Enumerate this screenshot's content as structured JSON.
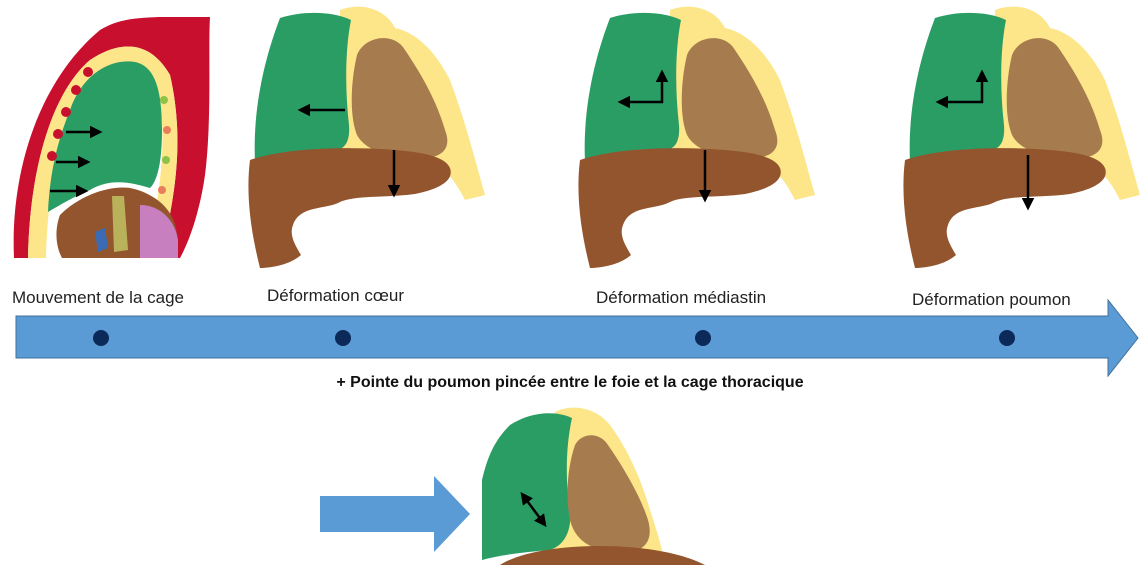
{
  "stages": [
    {
      "id": "cage",
      "label": "Mouvement de la cage"
    },
    {
      "id": "coeur",
      "label": "Déformation cœur"
    },
    {
      "id": "mediastin",
      "label": "Déformation médiastin"
    },
    {
      "id": "poumon",
      "label": "Déformation poumon"
    }
  ],
  "note": "+ Pointe du poumon pincée entre le foie et la cage thoracique",
  "colors": {
    "timeline": "#5b9bd5",
    "timeline_border": "#41719c",
    "marker": "#0b2a5a",
    "lung": "#2a9d64",
    "heart": "#a67c4f",
    "liver": "#93552e",
    "fat": "#fde68a",
    "body_wall": "#c8102e",
    "arrow": "#000000"
  }
}
